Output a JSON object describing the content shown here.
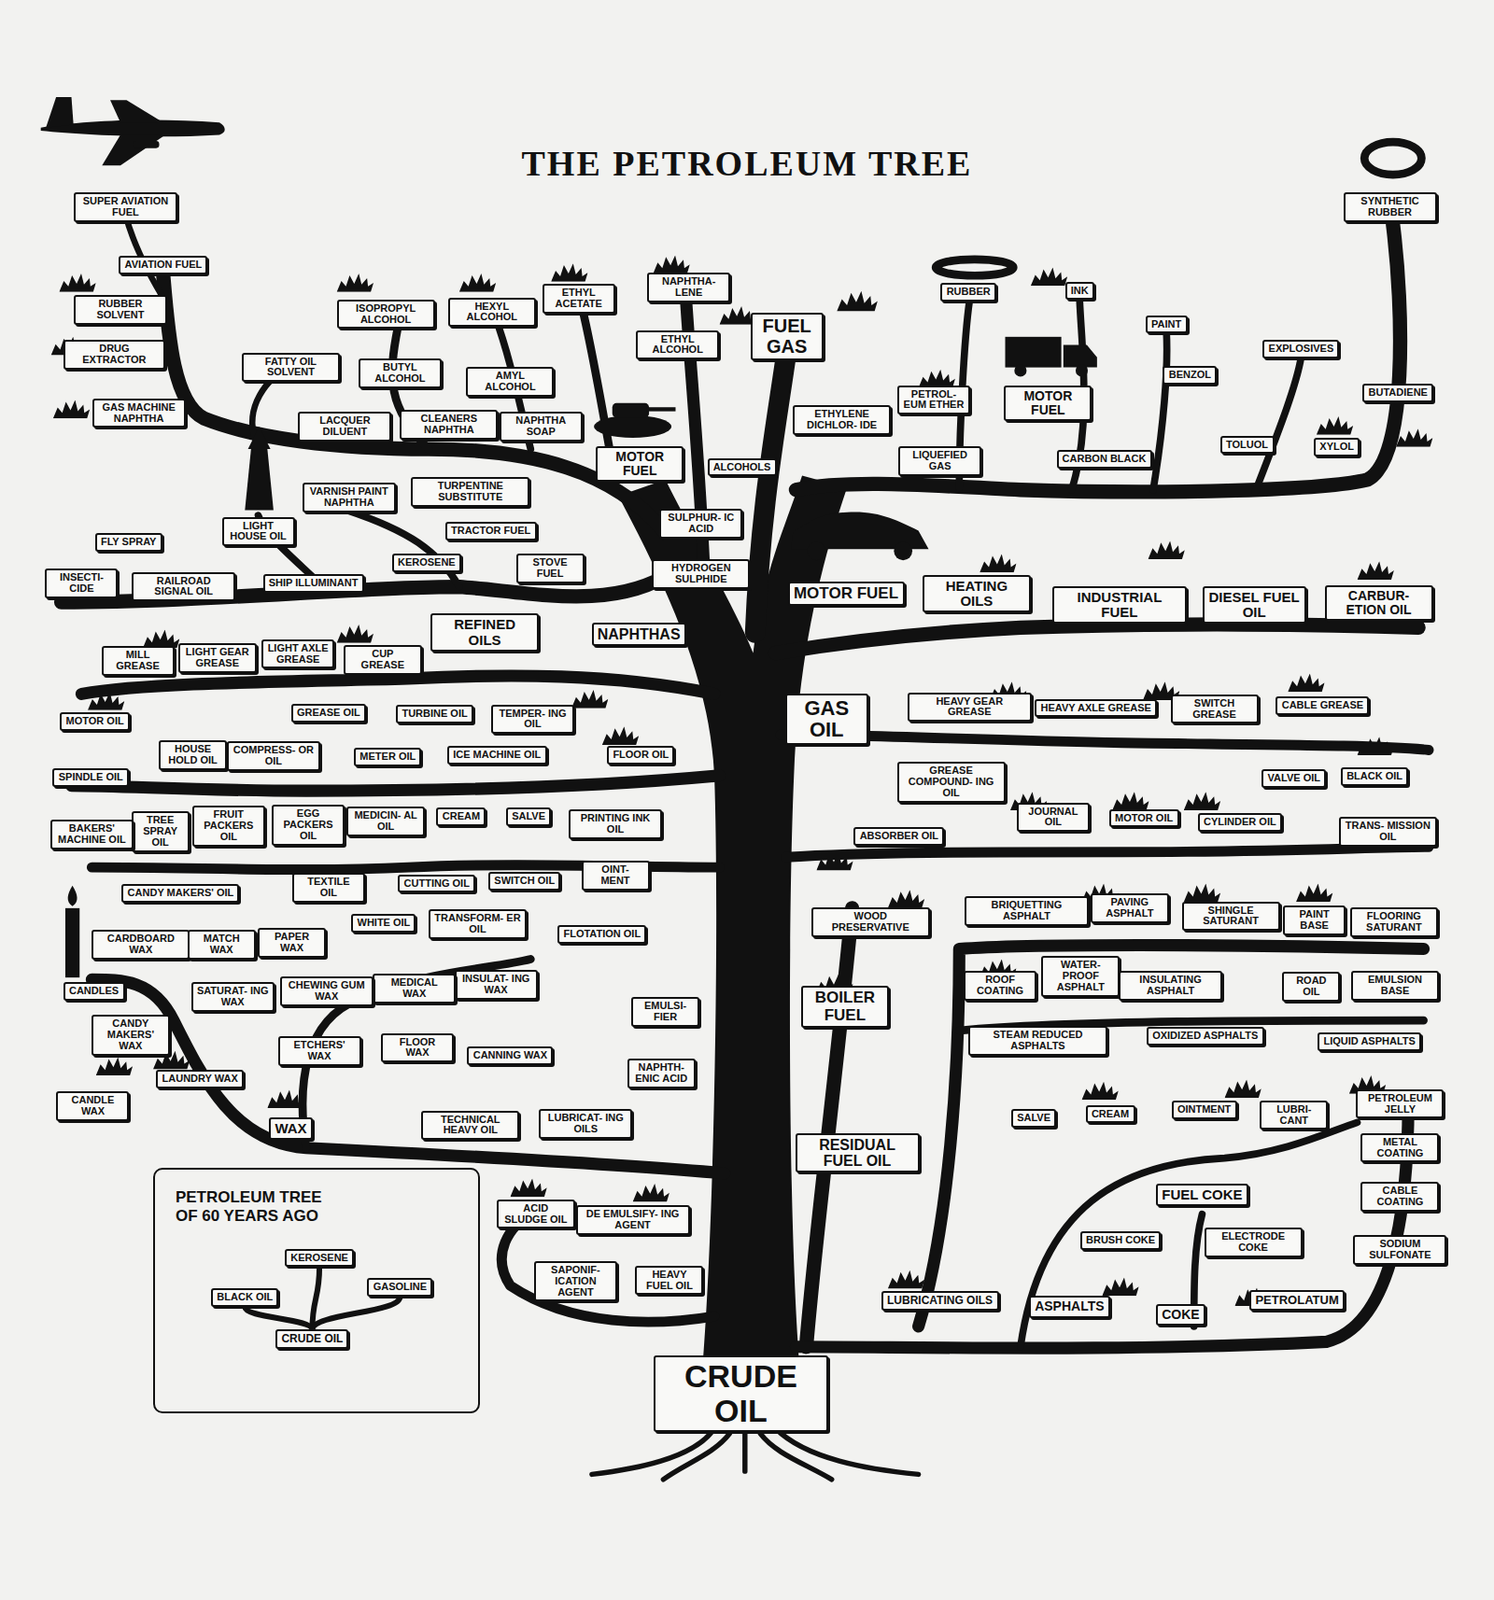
{
  "diagram": {
    "title": "THE PETROLEUM TREE",
    "nodes": [
      {
        "text": [
          "SUPER AVIATION FUEL"
        ]
      },
      {
        "text": [
          "AVIATION FUEL"
        ]
      },
      {
        "text": [
          "RUBBER SOLVENT"
        ]
      },
      {
        "text": [
          "DRUG EXTRACTOR"
        ]
      },
      {
        "text": [
          "GAS MACHINE NAPHTHA"
        ]
      },
      {
        "text": [
          "SYNTHETIC RUBBER"
        ]
      },
      {
        "text": [
          "RUBBER"
        ]
      },
      {
        "text": [
          "INK"
        ]
      },
      {
        "text": [
          "NAPHTHA- LENE"
        ]
      },
      {
        "text": [
          "ETHYL ACETATE"
        ]
      },
      {
        "text": [
          "HEXYL ALCOHOL"
        ]
      },
      {
        "text": [
          "ISOPROPYL ALCOHOL"
        ]
      },
      {
        "text": [
          "PAINT"
        ]
      },
      {
        "text": [
          "FUEL GAS"
        ]
      },
      {
        "text": [
          "ETHYL ALCOHOL"
        ]
      },
      {
        "text": [
          "EXPLOSIVES"
        ]
      },
      {
        "text": [
          "FATTY OIL SOLVENT"
        ]
      },
      {
        "text": [
          "BUTYL ALCOHOL"
        ]
      },
      {
        "text": [
          "BENZOL"
        ]
      },
      {
        "text": [
          "AMYL ALCOHOL"
        ]
      },
      {
        "text": [
          "BUTADIENE"
        ]
      },
      {
        "text": [
          "PETROL- EUM ETHER"
        ]
      },
      {
        "text": [
          "MOTOR FUEL"
        ]
      },
      {
        "text": [
          "ETHYLENE DICHLOR- IDE"
        ]
      },
      {
        "text": [
          "LACQUER DILUENT"
        ]
      },
      {
        "text": [
          "CLEANERS NAPHTHA"
        ]
      },
      {
        "text": [
          "NAPHTHA SOAP"
        ]
      },
      {
        "text": [
          "TOLUOL"
        ]
      },
      {
        "text": [
          "XYLOL"
        ]
      },
      {
        "text": [
          "CARBON BLACK"
        ]
      },
      {
        "text": [
          "LIQUEFIED GAS"
        ]
      },
      {
        "text": [
          "MOTOR FUEL"
        ]
      },
      {
        "text": [
          "ALCOHOLS"
        ]
      },
      {
        "text": [
          "VARNISH PAINT NAPHTHA"
        ]
      },
      {
        "text": [
          "TURPENTINE SUBSTITUTE"
        ]
      },
      {
        "text": [
          "SULPHUR- IC ACID"
        ]
      },
      {
        "text": [
          "LIGHT HOUSE OIL"
        ]
      },
      {
        "text": [
          "TRACTOR FUEL"
        ]
      },
      {
        "text": [
          "FLY SPRAY"
        ]
      },
      {
        "text": [
          "KEROSENE"
        ]
      },
      {
        "text": [
          "STOVE FUEL"
        ]
      },
      {
        "text": [
          "HYDROGEN SULPHIDE"
        ]
      },
      {
        "text": [
          "INSECTI- CIDE"
        ]
      },
      {
        "text": [
          "RAILROAD SIGNAL OIL"
        ]
      },
      {
        "text": [
          "SHIP ILLUMINANT"
        ]
      },
      {
        "text": [
          "MOTOR FUEL"
        ]
      },
      {
        "text": [
          "HEATING OILS"
        ]
      },
      {
        "text": [
          "INDUSTRIAL FUEL"
        ]
      },
      {
        "text": [
          "DIESEL FUEL OIL"
        ]
      },
      {
        "text": [
          "CARBUR- ETION OIL"
        ]
      },
      {
        "text": [
          "REFINED OILS"
        ]
      },
      {
        "text": [
          "NAPHTHAS"
        ]
      },
      {
        "text": [
          "LIGHT AXLE GREASE"
        ]
      },
      {
        "text": [
          "LIGHT GEAR GREASE"
        ]
      },
      {
        "text": [
          "CUP GREASE"
        ]
      },
      {
        "text": [
          "MILL GREASE"
        ]
      },
      {
        "text": [
          "CABLE GREASE"
        ]
      },
      {
        "text": [
          "HEAVY GEAR GREASE"
        ]
      },
      {
        "text": [
          "HEAVY AXLE GREASE"
        ]
      },
      {
        "text": [
          "SWITCH GREASE"
        ]
      },
      {
        "text": [
          "GREASE OIL"
        ]
      },
      {
        "text": [
          "TURBINE OIL"
        ]
      },
      {
        "text": [
          "GAS OIL"
        ]
      },
      {
        "text": [
          "TEMPER- ING OIL"
        ]
      },
      {
        "text": [
          "MOTOR OIL"
        ]
      },
      {
        "text": [
          "HOUSE HOLD OIL"
        ]
      },
      {
        "text": [
          "COMPRESS- OR OIL"
        ]
      },
      {
        "text": [
          "METER OIL"
        ]
      },
      {
        "text": [
          "ICE MACHINE OIL"
        ]
      },
      {
        "text": [
          "FLOOR OIL"
        ]
      },
      {
        "text": [
          "BLACK OIL"
        ]
      },
      {
        "text": [
          "SPINDLE OIL"
        ]
      },
      {
        "text": [
          "VALVE OIL"
        ]
      },
      {
        "text": [
          "GREASE COMPOUND- ING OIL"
        ]
      },
      {
        "text": [
          "MEDICIN- AL OIL"
        ]
      },
      {
        "text": [
          "CREAM"
        ]
      },
      {
        "text": [
          "SALVE"
        ]
      },
      {
        "text": [
          "JOURNAL OIL"
        ]
      },
      {
        "text": [
          "MOTOR OIL"
        ]
      },
      {
        "text": [
          "CYLINDER OIL"
        ]
      },
      {
        "text": [
          "PRINTING INK OIL"
        ]
      },
      {
        "text": [
          "EGG PACKERS OIL"
        ]
      },
      {
        "text": [
          "FRUIT PACKERS OIL"
        ]
      },
      {
        "text": [
          "TREE SPRAY OIL"
        ]
      },
      {
        "text": [
          "BAKERS' MACHINE OIL"
        ]
      },
      {
        "text": [
          "TRANS- MISSION OIL"
        ]
      },
      {
        "text": [
          "ABSORBER OIL"
        ]
      },
      {
        "text": [
          "OINT- MENT"
        ]
      },
      {
        "text": [
          "SWITCH OIL"
        ]
      },
      {
        "text": [
          "CUTTING OIL"
        ]
      },
      {
        "text": [
          "TEXTILE OIL"
        ]
      },
      {
        "text": [
          "CANDY MAKERS' OIL"
        ]
      },
      {
        "text": [
          "PAVING ASPHALT"
        ]
      },
      {
        "text": [
          "BRIQUETTING ASPHALT"
        ]
      },
      {
        "text": [
          "SHINGLE SATURANT"
        ]
      },
      {
        "text": [
          "PAINT BASE"
        ]
      },
      {
        "text": [
          "FLOORING SATURANT"
        ]
      },
      {
        "text": [
          "WOOD PRESERVATIVE"
        ]
      },
      {
        "text": [
          "WHITE OIL"
        ]
      },
      {
        "text": [
          "TRANSFORM- ER OIL"
        ]
      },
      {
        "text": [
          "FLOTATION OIL"
        ]
      },
      {
        "text": [
          "PAPER WAX"
        ]
      },
      {
        "text": [
          "CARDBOARD WAX"
        ]
      },
      {
        "text": [
          "MATCH WAX"
        ]
      },
      {
        "text": [
          "WATER- PROOF ASPHALT"
        ]
      },
      {
        "text": [
          "INSULAT- ING WAX"
        ]
      },
      {
        "text": [
          "ROOF COATING"
        ]
      },
      {
        "text": [
          "INSULATING ASPHALT"
        ]
      },
      {
        "text": [
          "EMULSION BASE"
        ]
      },
      {
        "text": [
          "ROAD OIL"
        ]
      },
      {
        "text": [
          "MEDICAL WAX"
        ]
      },
      {
        "text": [
          "CANDLES"
        ]
      },
      {
        "text": [
          "CHEWING GUM WAX"
        ]
      },
      {
        "text": [
          "SATURAT- ING WAX"
        ]
      },
      {
        "text": [
          "BOILER FUEL"
        ]
      },
      {
        "text": [
          "EMULSI- FIER"
        ]
      },
      {
        "text": [
          "CANDY MAKERS' WAX"
        ]
      },
      {
        "text": [
          "OXIDIZED ASPHALTS"
        ]
      },
      {
        "text": [
          "STEAM REDUCED ASPHALTS"
        ]
      },
      {
        "text": [
          "LIQUID ASPHALTS"
        ]
      },
      {
        "text": [
          "FLOOR WAX"
        ]
      },
      {
        "text": [
          "ETCHERS' WAX"
        ]
      },
      {
        "text": [
          "CANNING WAX"
        ]
      },
      {
        "text": [
          "NAPHTH- ENIC ACID"
        ]
      },
      {
        "text": [
          "LAUNDRY WAX"
        ]
      },
      {
        "text": [
          "PETROLEUM JELLY"
        ]
      },
      {
        "text": [
          "CANDLE WAX"
        ]
      },
      {
        "text": [
          "OINTMENT"
        ]
      },
      {
        "text": [
          "CREAM"
        ]
      },
      {
        "text": [
          "LUBRI- CANT"
        ]
      },
      {
        "text": [
          "SALVE"
        ]
      },
      {
        "text": [
          "LUBRICAT- ING OILS"
        ]
      },
      {
        "text": [
          "TECHNICAL HEAVY OIL"
        ]
      },
      {
        "text": [
          "WAX"
        ]
      },
      {
        "text": [
          "METAL COATING"
        ]
      },
      {
        "text": [
          "RESIDUAL FUEL OIL"
        ]
      },
      {
        "text": [
          "FUEL COKE"
        ]
      },
      {
        "text": [
          "CABLE COATING"
        ]
      },
      {
        "text": [
          "ACID SLUDGE OIL"
        ]
      },
      {
        "text": [
          "DE EMULSIFY- ING AGENT"
        ]
      },
      {
        "text": [
          "BRUSH COKE"
        ]
      },
      {
        "text": [
          "ELECTRODE COKE"
        ]
      },
      {
        "text": [
          "SODIUM SULFONATE"
        ]
      },
      {
        "text": [
          "SAPONIF- ICATION AGENT"
        ]
      },
      {
        "text": [
          "HEAVY FUEL OIL"
        ]
      },
      {
        "text": [
          "PETROLATUM"
        ]
      },
      {
        "text": [
          "LUBRICATING OILS"
        ]
      },
      {
        "text": [
          "ASPHALTS"
        ]
      },
      {
        "text": [
          "COKE"
        ]
      },
      {
        "text": [
          "PETROLEUM TREE OF 60 YEARS AGO"
        ]
      },
      {
        "text": [
          "KEROSENE"
        ],
        "in": 149
      },
      {
        "text": [
          "BLACK OIL"
        ],
        "in": 149
      },
      {
        "text": [
          "GASOLINE"
        ],
        "in": 149
      },
      {
        "text": [
          "CRUDE OIL"
        ],
        "in": 149
      },
      {
        "text": [
          "CRUDE OIL"
        ]
      }
    ],
    "edges": [
      {
        "from": 153,
        "to": 150,
        "arrow": "none"
      },
      {
        "from": 153,
        "to": 151,
        "arrow": "none"
      },
      {
        "from": 153,
        "to": 152,
        "arrow": "none"
      }
    ]
  }
}
